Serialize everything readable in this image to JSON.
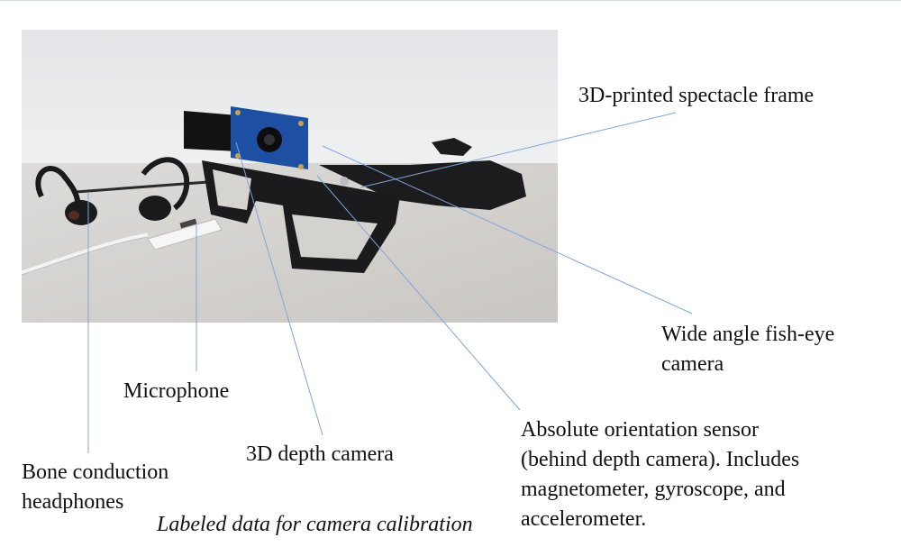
{
  "figure": {
    "labels": {
      "frame": "3D-printed spectacle frame",
      "fisheye_line1": "Wide angle fish-eye",
      "fisheye_line2": "camera",
      "microphone": "Microphone",
      "depth_camera": "3D depth camera",
      "bone_line1": "Bone conduction",
      "bone_line2": "headphones",
      "orientation_line1": "Absolute orientation sensor",
      "orientation_line2": "(behind depth camera). Includes",
      "orientation_line3": "magnetometer, gyroscope, and",
      "orientation_line4": "accelerometer."
    },
    "caption": "Labeled data for camera calibration",
    "colors": {
      "leader_line": "#7fa6d8",
      "text": "#111111",
      "photo_wall": "#e9eaec",
      "photo_table": "#d8d6d3",
      "device": "#1b1b1d",
      "pcb": "#1d4fa3",
      "cable": "#f2f2f0"
    }
  }
}
